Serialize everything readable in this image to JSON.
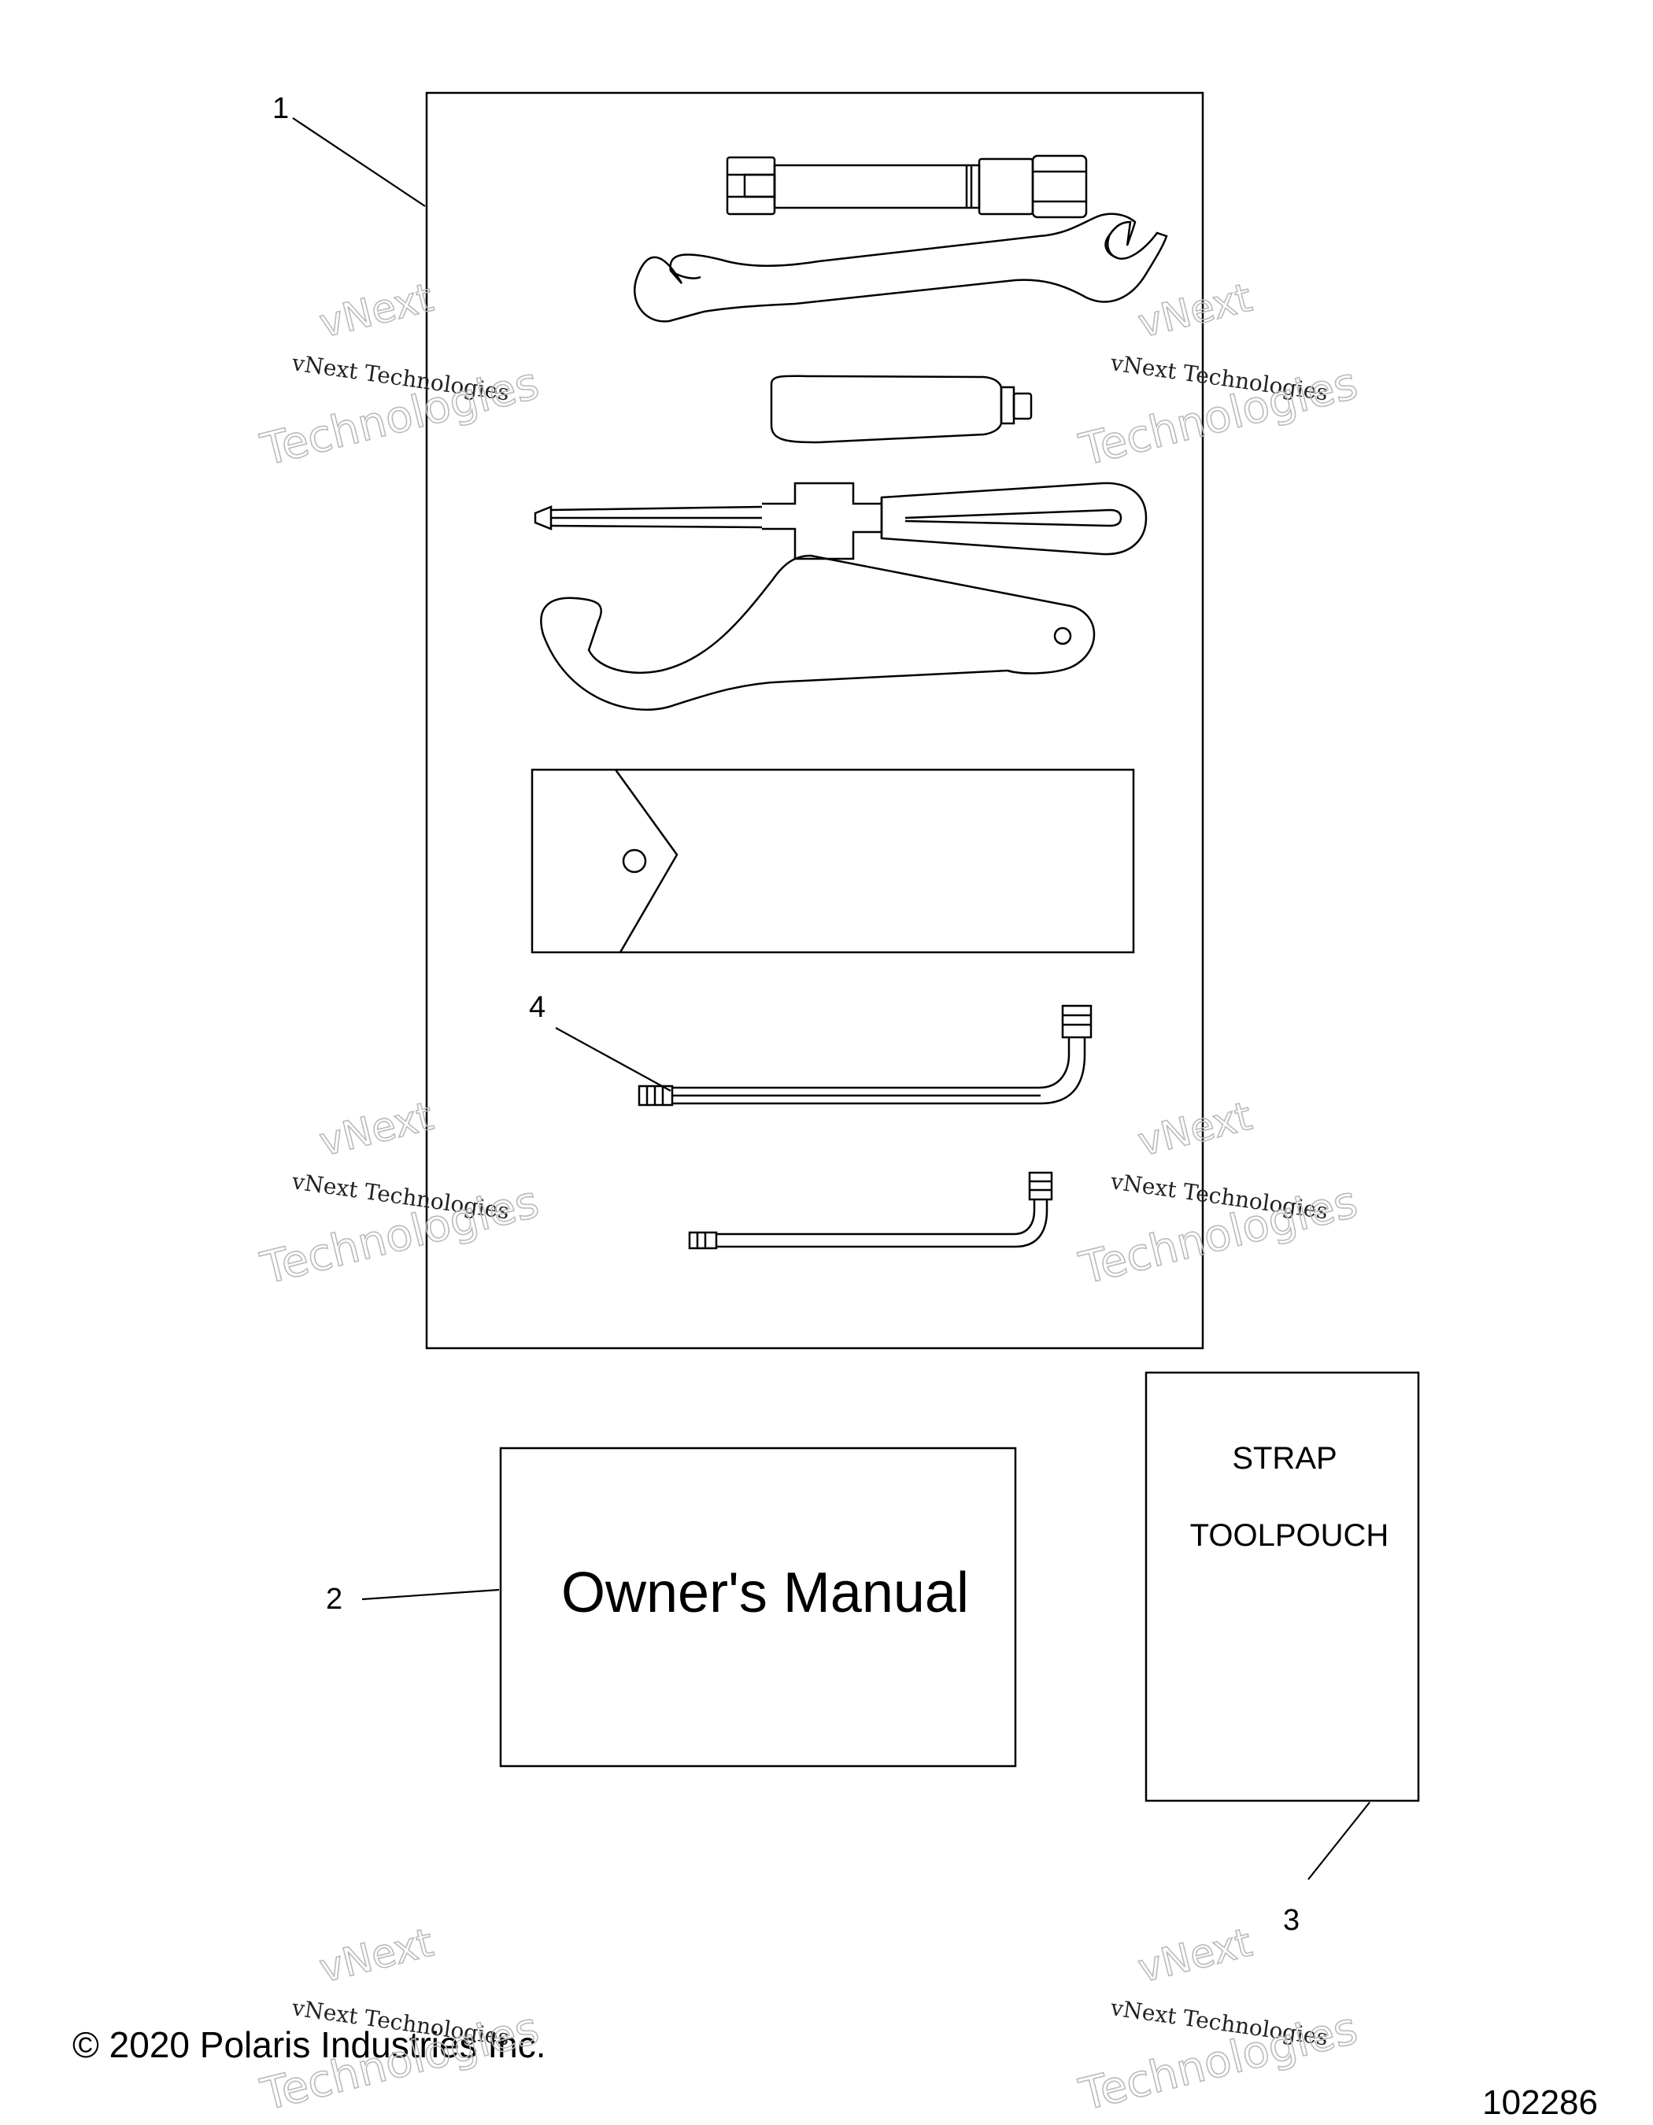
{
  "callouts": {
    "c1": "1",
    "c2": "2",
    "c3": "3",
    "c4": "4"
  },
  "manual_label": "Owner's Manual",
  "strap": {
    "line1": "STRAP",
    "line2": "TOOLPOUCH"
  },
  "copyright": "© 2020 Polaris Industries Inc.",
  "diagram_number": "102286",
  "watermark": {
    "line1": "vNext Technologies",
    "line2a": "vNext",
    "line2b": "Technologies"
  }
}
